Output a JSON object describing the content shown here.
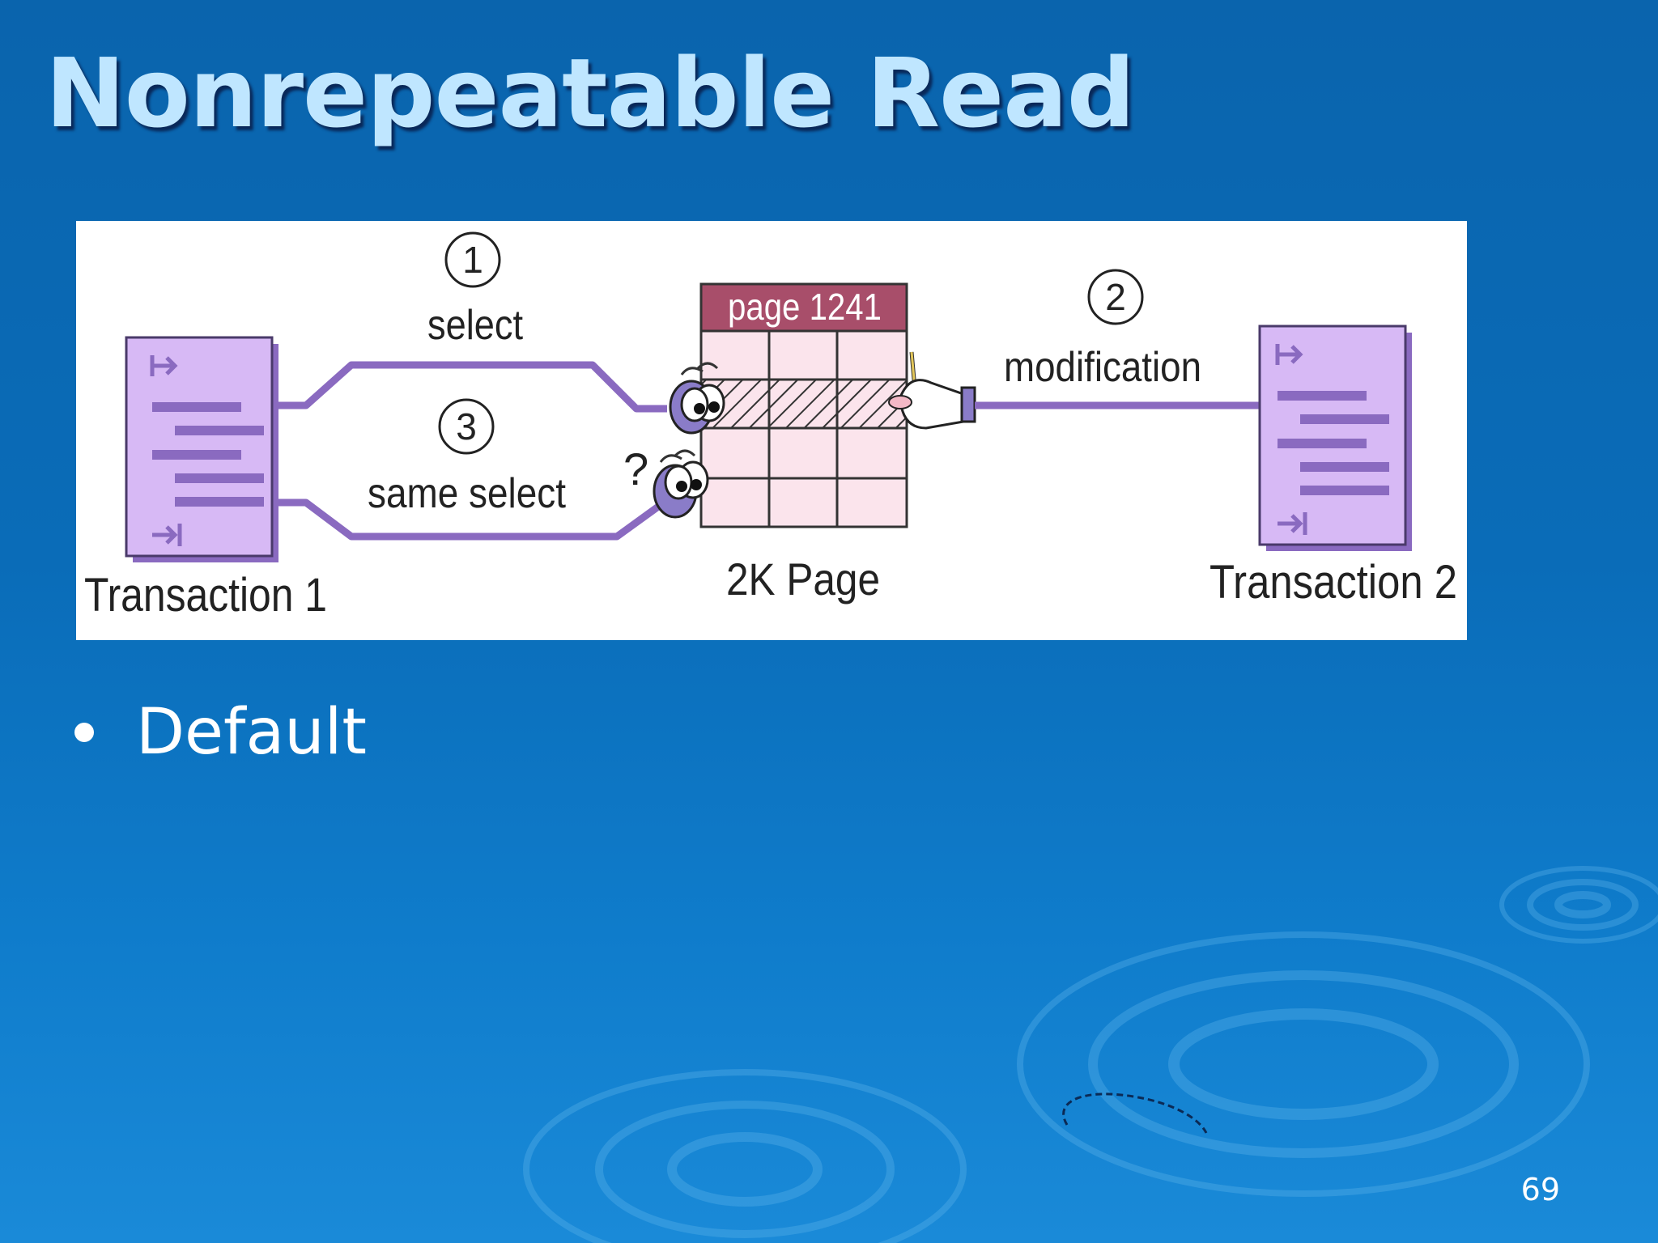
{
  "slide": {
    "title": "Nonrepeatable Read",
    "bullets": [
      "Default"
    ],
    "page_number": "69"
  },
  "diagram": {
    "transaction_1_label": "Transaction 1",
    "transaction_2_label": "Transaction 2",
    "page_header": "page 1241",
    "page_caption": "2K Page",
    "step_1_number": "1",
    "step_1_label": "select",
    "step_2_number": "2",
    "step_2_label": "modification",
    "step_3_number": "3",
    "step_3_label": "same select",
    "question_mark": "?",
    "colors": {
      "document_fill": "#d7b9f5",
      "document_lines": "#8a6ac0",
      "connector": "#8a6ac0",
      "page_header": "#a84e6a",
      "page_cells": "#fbe4ec",
      "background": "#ffffff"
    }
  }
}
